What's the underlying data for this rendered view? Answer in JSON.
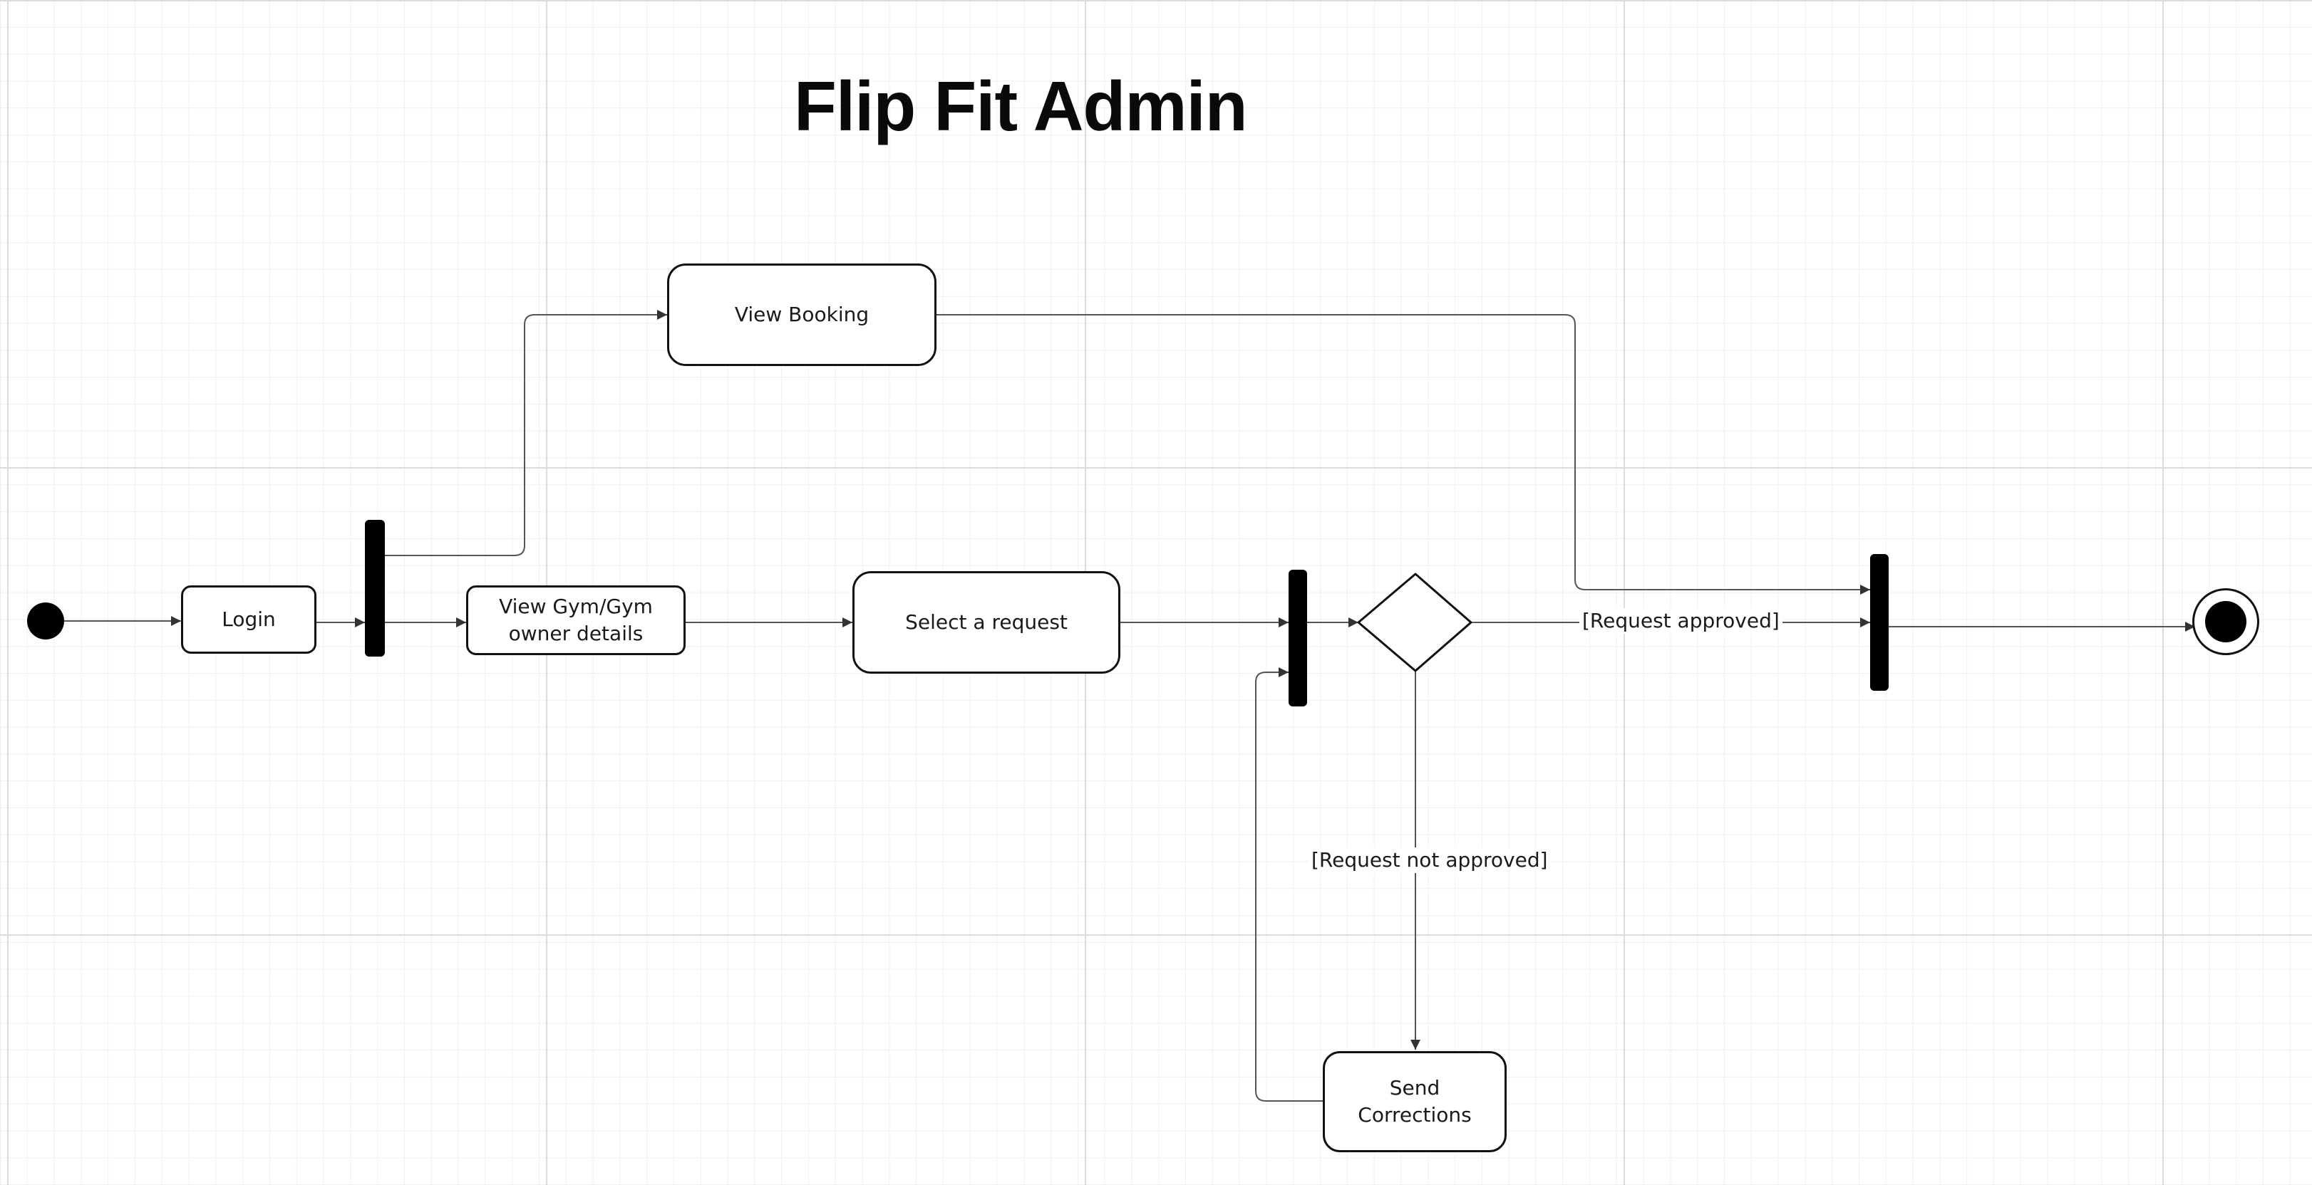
{
  "title": "Flip Fit Admin",
  "nodes": {
    "login": "Login",
    "view_gym_owner_details": "View Gym/Gym owner details",
    "view_booking": "View Booking",
    "select_request": "Select a request",
    "send_corrections": "Send Corrections"
  },
  "guards": {
    "approved": "[Request approved]",
    "not_approved": "[Request not approved]"
  }
}
